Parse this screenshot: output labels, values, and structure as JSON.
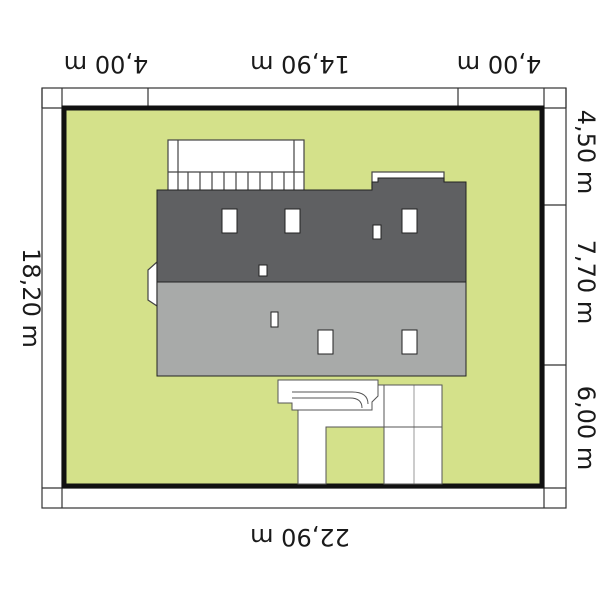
{
  "dimensions": {
    "top_left": "4,00 m",
    "top_center": "14,90 m",
    "top_right": "4,00 m",
    "bottom_total": "22,90 m",
    "left_total": "18,20 m",
    "right_top": "4,50 m",
    "right_middle": "7,70 m",
    "right_bottom": "6,00 m"
  },
  "colors": {
    "lot": "#d4e18a",
    "lot_border": "#111111",
    "roof_dark": "#5f6062",
    "roof_light": "#a8aaa9",
    "paving": "#ffffff",
    "frame_line": "#333333"
  }
}
